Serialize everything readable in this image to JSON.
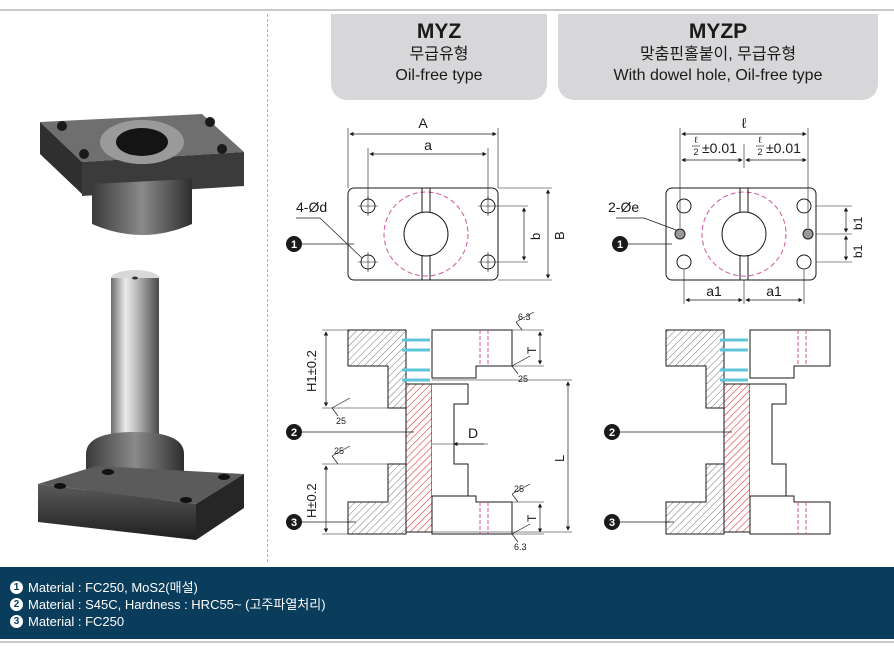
{
  "myz": {
    "title": "MYZ",
    "subtitle_ko": "무급유형",
    "subtitle_en": "Oil-free type"
  },
  "myzp": {
    "title": "MYZP",
    "subtitle_ko": "맞춤핀홀붙이, 무급유형",
    "subtitle_en": "With dowel hole, Oil-free type"
  },
  "dims": {
    "A": "A",
    "a": "a",
    "d_holes": "4-Ød",
    "b": "b",
    "B": "B",
    "l": "ℓ",
    "half_l": "ℓ",
    "half_den": "2",
    "tol": "±0.01",
    "e_holes": "2-Øe",
    "b1": "b1",
    "a1": "a1",
    "H1": "H1±0.2",
    "H": "H±0.2",
    "T": "T",
    "D": "D",
    "L": "L",
    "rough_63": "6.3",
    "rough_25": "25"
  },
  "callouts": [
    "1",
    "2",
    "3"
  ],
  "materials": [
    {
      "num": "1",
      "text": "Material : FC250, MoS2(매설)"
    },
    {
      "num": "2",
      "text": "Material : S45C, Hardness : HRC55~ (고주파열처리)"
    },
    {
      "num": "3",
      "text": "Material : FC250"
    }
  ],
  "colors": {
    "footer_bg": "#0a3c5c",
    "header_bg": "#d7d7d9",
    "hatch_red": "#e0393e",
    "oil_cyan": "#5ec6d8",
    "pitch_magenta": "#d0569e"
  },
  "icons": [
    "callout-number-icon",
    "roughness-symbol-icon"
  ]
}
